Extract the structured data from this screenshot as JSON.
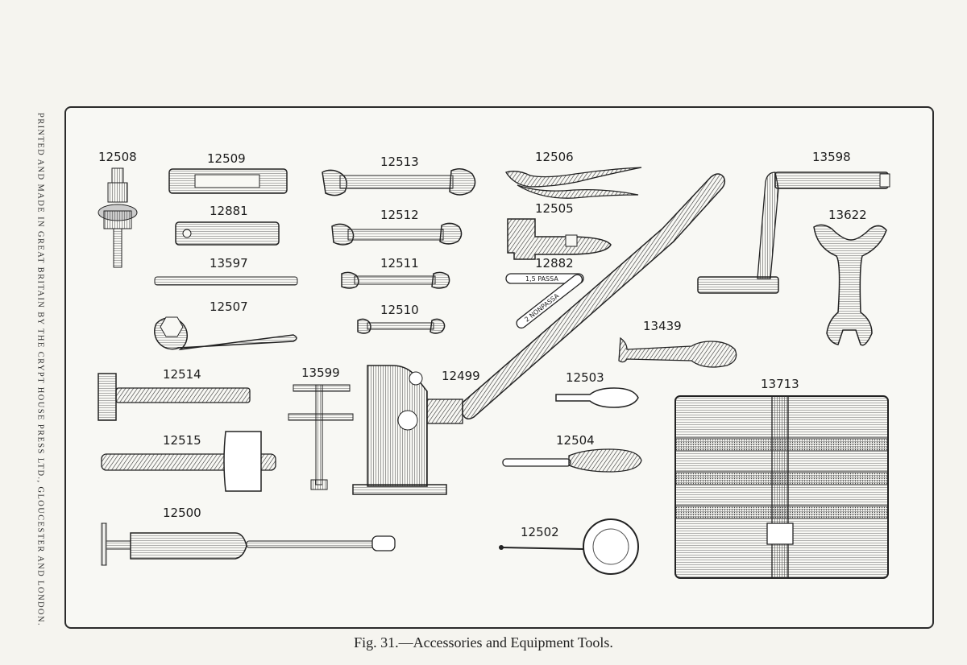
{
  "side_imprint": "Printed and made in Great Britain by the Crypt House Press Ltd., Gloucester and London.",
  "caption": "Fig. 31.—Accessories and Equipment Tools.",
  "tool_numbers": {
    "n12508": "12508",
    "n12509": "12509",
    "n12881": "12881",
    "n13597": "13597",
    "n12507": "12507",
    "n12513": "12513",
    "n12512": "12512",
    "n12511": "12511",
    "n12510": "12510",
    "n12506": "12506",
    "n12505": "12505",
    "n12882": "12882",
    "n13598": "13598",
    "n13622": "13622",
    "n13439": "13439",
    "n12514": "12514",
    "n13599": "13599",
    "n12499": "12499",
    "n12503": "12503",
    "n12515": "12515",
    "n12504": "12504",
    "n13713": "13713",
    "n12500": "12500",
    "n12502": "12502"
  },
  "gauge_marks": {
    "pass": "1,5 PASSA",
    "no_pass": "2 NONPASSA"
  },
  "colors": {
    "paper": "#f5f4ef",
    "ink": "#1b1b1b"
  }
}
